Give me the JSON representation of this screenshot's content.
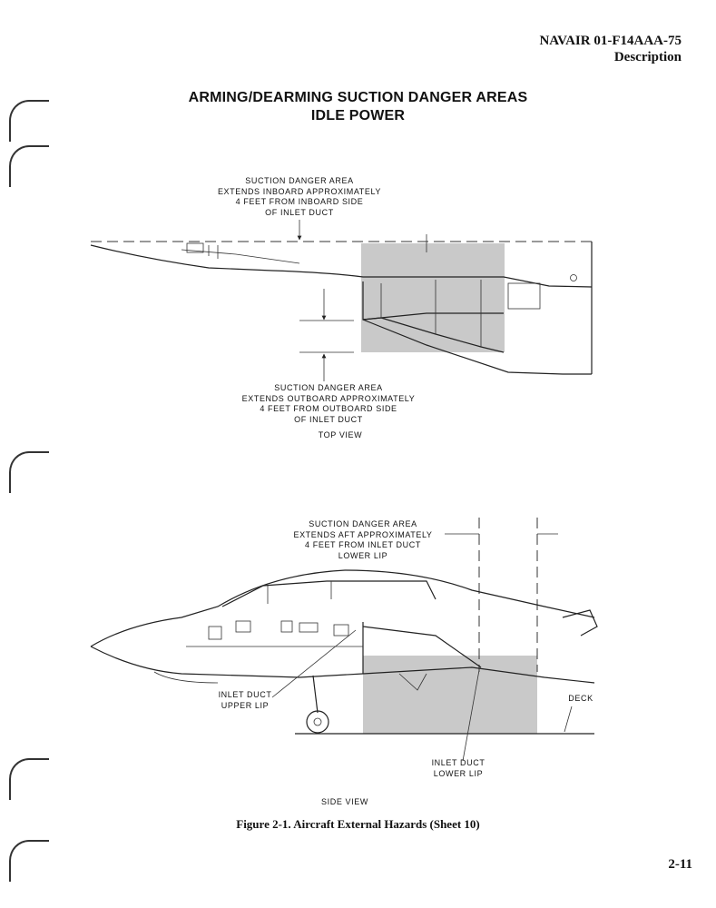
{
  "header": {
    "doc_number": "NAVAIR 01-F14AAA-75",
    "section": "Description"
  },
  "title": {
    "line1": "ARMING/DEARMING SUCTION DANGER AREAS",
    "line2": "IDLE POWER"
  },
  "top_view": {
    "note_inboard": [
      "SUCTION DANGER AREA",
      "EXTENDS INBOARD APPROXIMATELY",
      "4 FEET FROM INBOARD SIDE",
      "OF INLET DUCT"
    ],
    "note_outboard": [
      "SUCTION DANGER AREA",
      "EXTENDS OUTBOARD APPROXIMATELY",
      "4 FEET FROM OUTBOARD SIDE",
      "OF INLET DUCT"
    ],
    "label": "TOP VIEW"
  },
  "side_view": {
    "note_aft": [
      "SUCTION DANGER AREA",
      "EXTENDS AFT APPROXIMATELY",
      "4 FEET FROM INLET DUCT",
      "LOWER LIP"
    ],
    "upper_lip": [
      "INLET DUCT",
      "UPPER LIP"
    ],
    "lower_lip": [
      "INLET DUCT",
      "LOWER LIP"
    ],
    "deck": "DECK",
    "label": "SIDE VIEW"
  },
  "caption": "Figure 2-1. Aircraft External Hazards (Sheet 10)",
  "page_number": "2-11",
  "colors": {
    "danger_area": "#c9c9c9",
    "ink": "#222222"
  }
}
